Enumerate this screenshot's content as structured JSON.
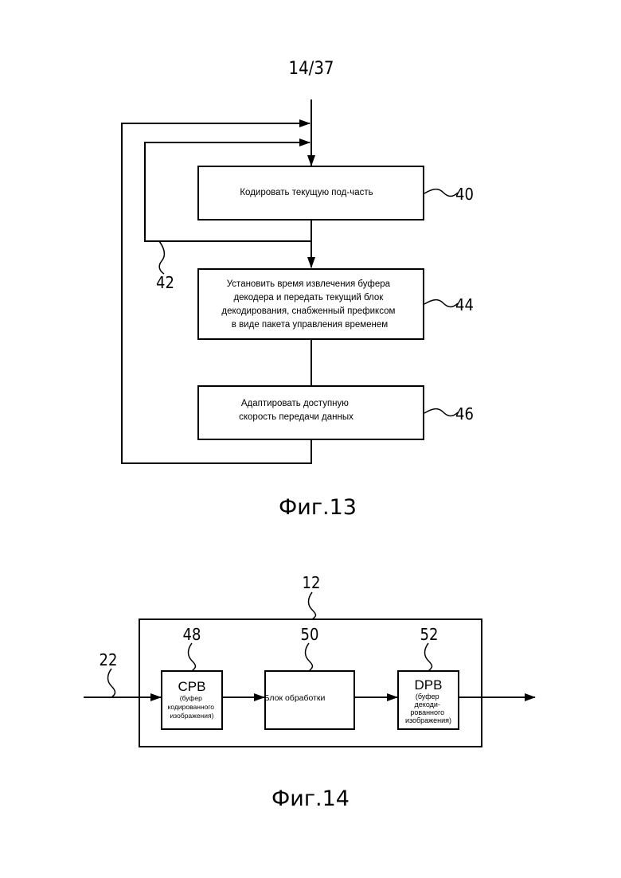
{
  "page_number": "14/37",
  "fig13": {
    "caption": "Фиг.13",
    "box40": {
      "lines": [
        "Кодировать текущую под-часть"
      ],
      "ref": "40"
    },
    "box44": {
      "lines": [
        "Установить время извлечения буфера",
        "декодера и передать текущий блок",
        "декодирования, снабженный префиксом",
        "в виде пакета управления временем"
      ],
      "ref": "44"
    },
    "box46": {
      "lines": [
        "Адаптировать доступную",
        "скорость передачи данных"
      ],
      "ref": "46"
    },
    "loop_ref": "42"
  },
  "fig14": {
    "caption": "Фиг.14",
    "device_ref": "12",
    "input_ref": "22",
    "cpb": {
      "title": "CPB",
      "lines": [
        "(буфер",
        "кодированного",
        "изображения)"
      ],
      "ref": "48"
    },
    "proc": {
      "lines": [
        "Блок обработки"
      ],
      "ref": "50"
    },
    "dpb": {
      "title": "DPB",
      "lines": [
        "(буфер",
        "декоди-",
        "рованного",
        "изображения)"
      ],
      "ref": "52"
    }
  }
}
